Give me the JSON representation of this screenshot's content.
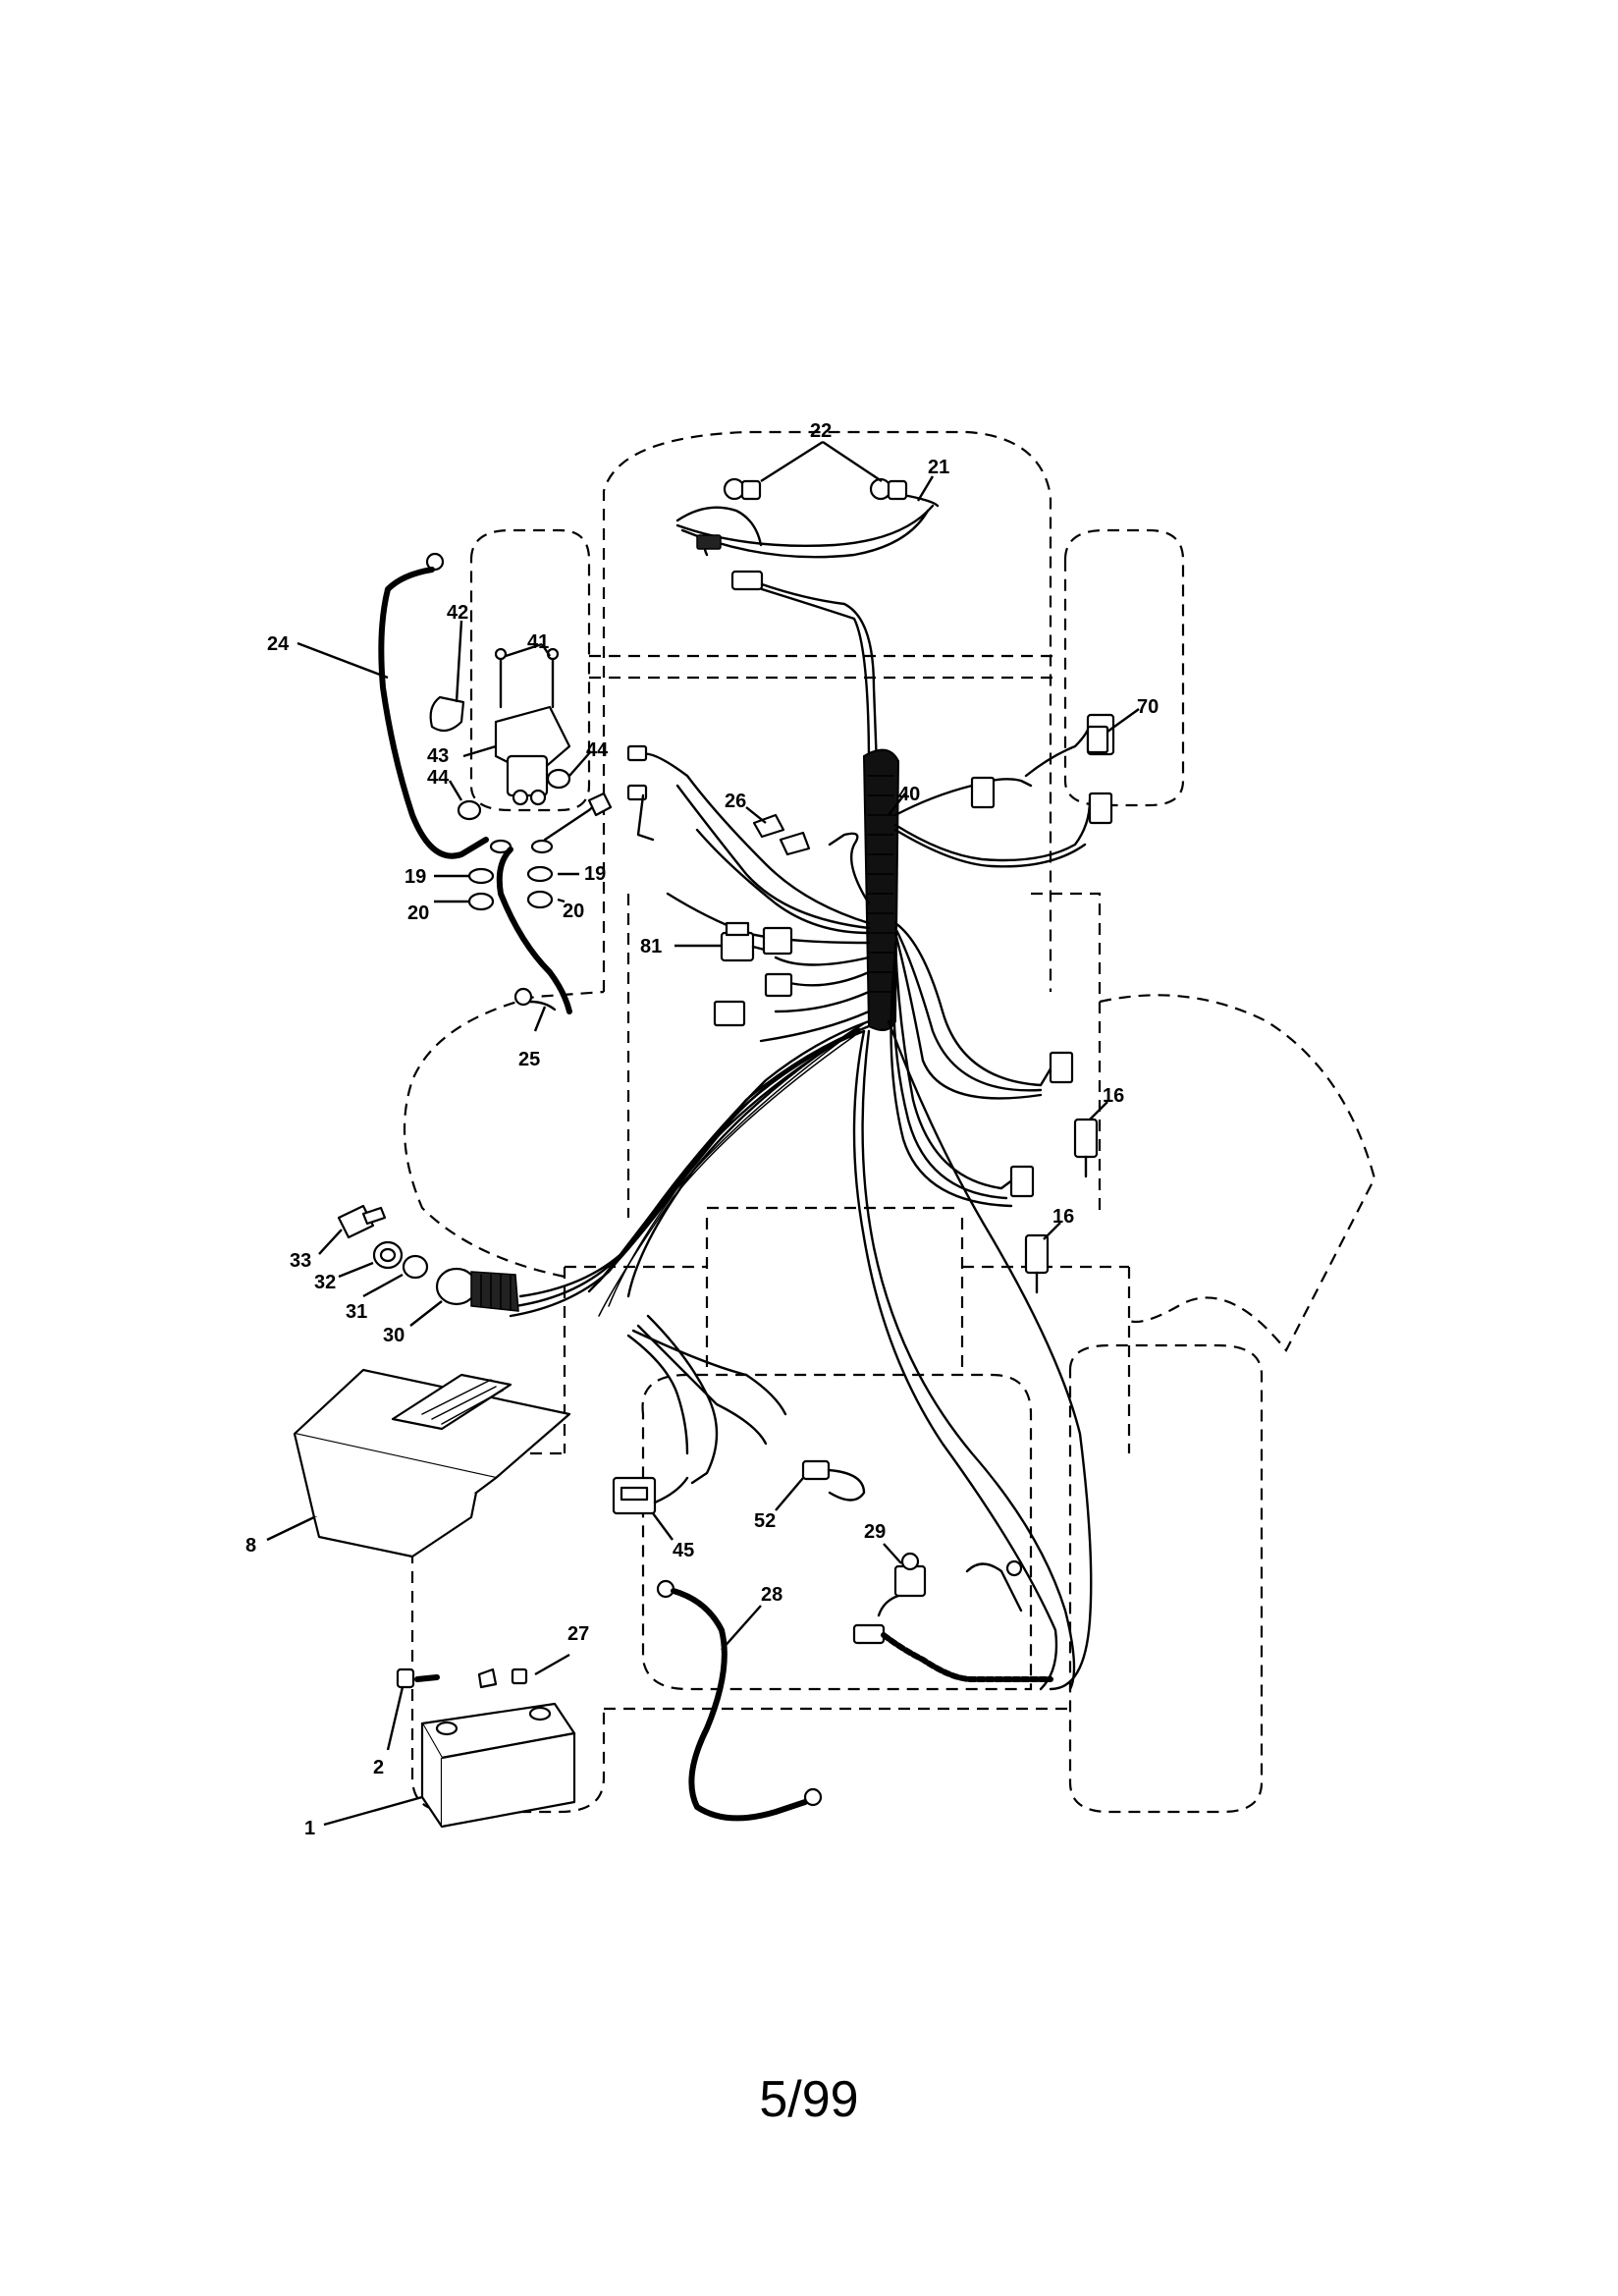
{
  "callouts": {
    "c22": "22",
    "c21": "21",
    "c24": "24",
    "c42": "42",
    "c41": "41",
    "c43": "43",
    "c44a": "44",
    "c44b": "44",
    "c70": "70",
    "c40": "40",
    "c26": "26",
    "c19a": "19",
    "c19b": "19",
    "c20a": "20",
    "c20b": "20",
    "c81": "81",
    "c25": "25",
    "c16a": "16",
    "c16b": "16",
    "c33": "33",
    "c32": "32",
    "c31": "31",
    "c30": "30",
    "c8": "8",
    "c52": "52",
    "c45": "45",
    "c29": "29",
    "c28": "28",
    "c27": "27",
    "c2": "2",
    "c1": "1"
  },
  "footer": {
    "page_number": "5/99"
  }
}
